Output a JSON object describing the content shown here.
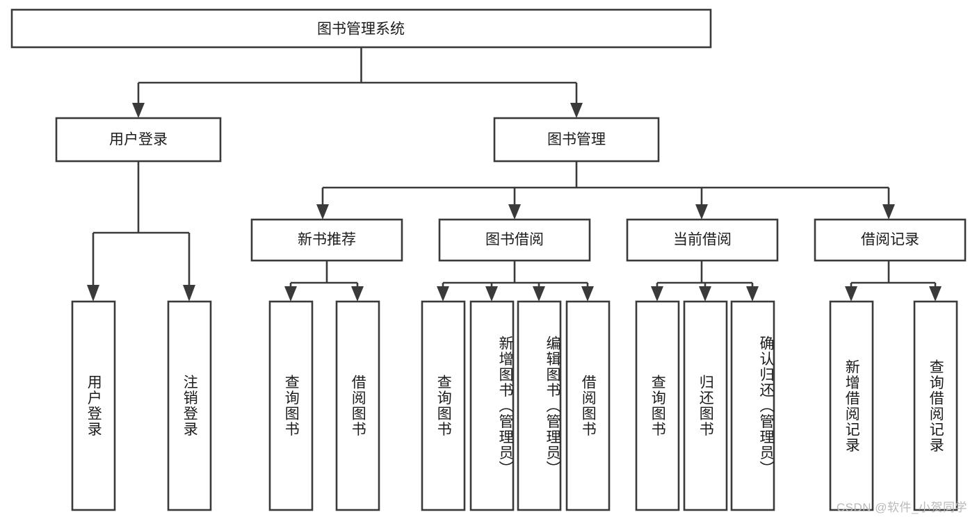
{
  "diagram": {
    "title": "图书管理系统",
    "type": "tree-hierarchy",
    "orientation": "top-down",
    "watermark": "CSDN @软件_小贺同学",
    "colors": {
      "box_fill": "#ffffff",
      "box_stroke": "#3a3a3a",
      "text": "#1b1b1b",
      "background": "#ffffff",
      "watermark": "#b9b9b9"
    },
    "levels": {
      "root": {
        "label": "图书管理系统"
      },
      "level2": [
        {
          "label": "用户登录"
        },
        {
          "label": "图书管理"
        }
      ],
      "level3": [
        {
          "label": "新书推荐"
        },
        {
          "label": "图书借阅"
        },
        {
          "label": "当前借阅"
        },
        {
          "label": "借阅记录"
        }
      ]
    },
    "leaves": {
      "user_login": [
        {
          "label": "用户登录"
        },
        {
          "label": "注销登录"
        }
      ],
      "new_book_recommend": [
        {
          "label": "查询图书"
        },
        {
          "label": "借阅图书"
        }
      ],
      "book_borrow": [
        {
          "label": "查询图书"
        },
        {
          "label": "新增图书（管理员）"
        },
        {
          "label": "编辑图书（管理员）"
        },
        {
          "label": "借阅图书"
        }
      ],
      "current_borrow": [
        {
          "label": "查询图书"
        },
        {
          "label": "归还图书"
        },
        {
          "label": "确认归还（管理员）"
        }
      ],
      "borrow_record": [
        {
          "label": "新增借阅记录"
        },
        {
          "label": "查询借阅记录"
        }
      ]
    }
  }
}
